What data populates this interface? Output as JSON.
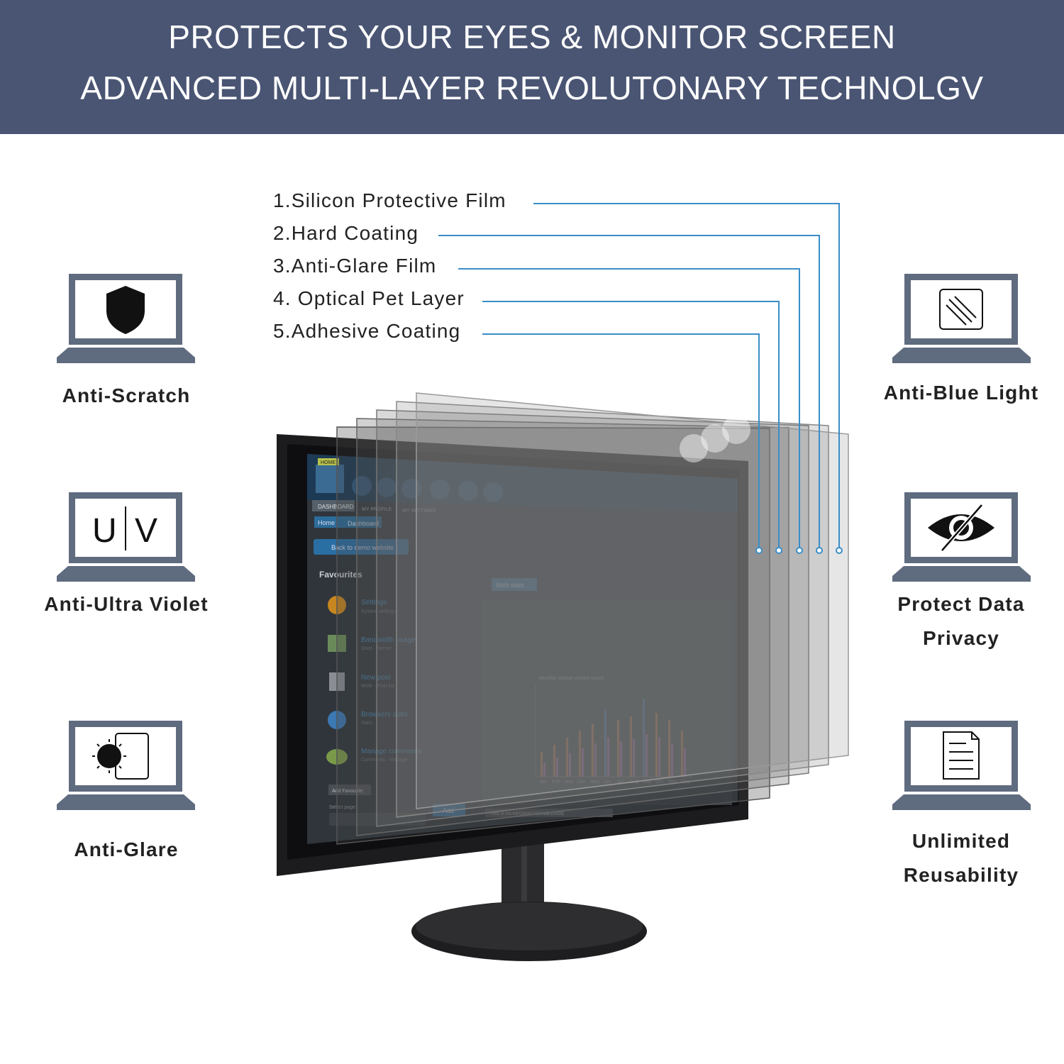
{
  "banner": {
    "line1": "PROTECTS YOUR EYES & MONITOR SCREEN",
    "line2": "ADVANCED MULTI-LAYER REVOLUTONARY TECHNOLGV"
  },
  "layers": [
    {
      "label": "1.Silicon Protective Film"
    },
    {
      "label": "2.Hard Coating"
    },
    {
      "label": "3.Anti-Glare Film"
    },
    {
      "label": "4. Optical Pet Layer"
    },
    {
      "label": "5.Adhesive Coating"
    }
  ],
  "features_left": [
    {
      "label": "Anti-Scratch",
      "icon": "shield-icon"
    },
    {
      "label": "Anti-Ultra Violet",
      "icon": "uv-icon"
    },
    {
      "label": "Anti-Glare",
      "icon": "sun-icon"
    }
  ],
  "features_right": [
    {
      "label": "Anti-Blue Light",
      "icon": "filter-glass-icon"
    },
    {
      "label_line1": "Protect Data",
      "label_line2": "Privacy",
      "icon": "eye-slash-icon"
    },
    {
      "label_line1": "Unlimited",
      "label_line2": "Reusability",
      "icon": "document-icon"
    }
  ],
  "uv_icon_text": {
    "u": "U",
    "v": "V"
  },
  "monitor_screen": {
    "tab_home": "HOME",
    "tab_dashboard": "DASHBOARD",
    "tab_profile": "MY PROFILE",
    "tab_settings": "MY SETTINGS",
    "crumb_home": "Home",
    "crumb_dashboard": "Dashboard",
    "back_button": "Back to demo website",
    "favourites_title": "Favourites",
    "fav_items": [
      {
        "title": "Settings",
        "sub": "System settings"
      },
      {
        "title": "Bandwidth usage",
        "sub": "Stats · Server"
      },
      {
        "title": "New post",
        "sub": "Write · Post list"
      },
      {
        "title": "Browsers stats",
        "sub": "Stats"
      },
      {
        "title": "Manage comments",
        "sub": "Comments · Manage"
      }
    ],
    "add_favourite": "Add Favourite",
    "select_page": "Select page",
    "add_button": "Add",
    "web_stats": "Web stats",
    "chart_title": "Monthly unique visitors count",
    "months": [
      "Jan",
      "Feb",
      "Mar",
      "Apr",
      "May",
      "Jun",
      "Jul",
      "Aug",
      "Sep",
      "Oct",
      "Nov",
      "Dec"
    ],
    "info_message": "THIS IS AN INFORMATION MESSAGE",
    "accent": "#2a8fd0"
  },
  "colors": {
    "banner": "#4a5573",
    "icon": "#5f6b7e",
    "leader_line": "#3a8ec8"
  }
}
